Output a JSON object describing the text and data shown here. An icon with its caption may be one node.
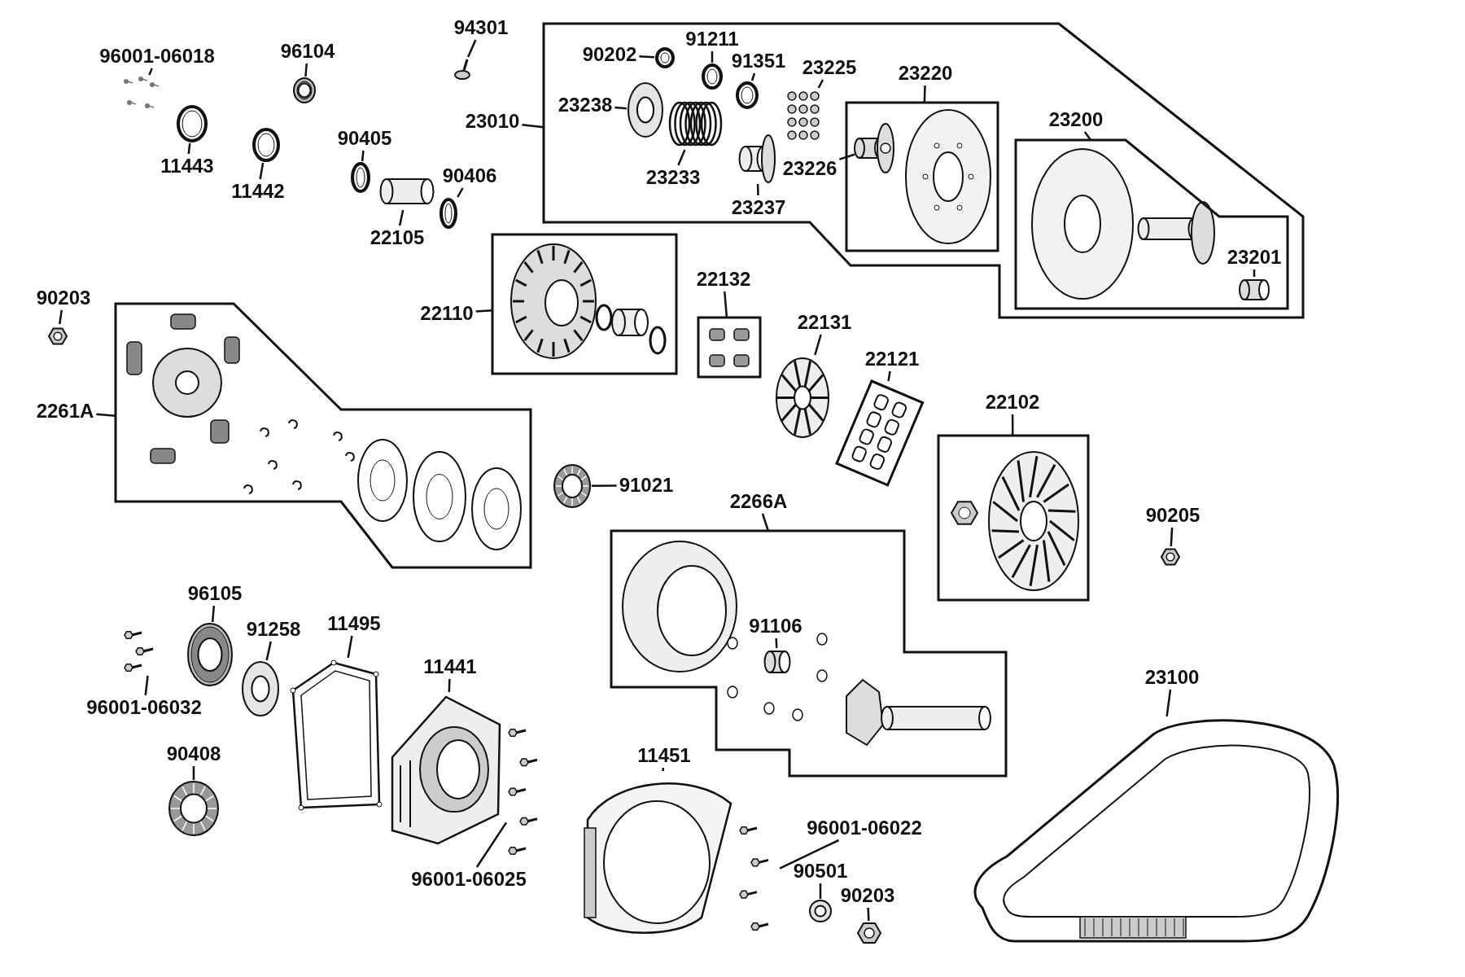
{
  "diagram": {
    "nodes": [
      {
        "text": [
          "96001-06018"
        ]
      },
      {
        "text": [],
        "shape": "picture"
      },
      {
        "text": [
          "96104"
        ]
      },
      {
        "text": [],
        "shape": "picture"
      },
      {
        "text": [
          "11443"
        ]
      },
      {
        "text": [],
        "shape": "picture"
      },
      {
        "text": [
          "11442"
        ]
      },
      {
        "text": [],
        "shape": "picture"
      },
      {
        "text": [
          "94301"
        ]
      },
      {
        "text": [],
        "shape": "picture"
      },
      {
        "text": [
          "90405"
        ]
      },
      {
        "text": [],
        "shape": "picture"
      },
      {
        "text": [
          "22105"
        ]
      },
      {
        "text": [],
        "shape": "picture"
      },
      {
        "text": [
          "90406"
        ]
      },
      {
        "text": [],
        "shape": "picture"
      },
      {
        "text": [
          "23010"
        ]
      },
      {
        "text": [],
        "shape": "box"
      },
      {
        "text": [
          "90202"
        ],
        "in": 17
      },
      {
        "text": [],
        "shape": "picture",
        "in": 17
      },
      {
        "text": [
          "91211"
        ],
        "in": 17
      },
      {
        "text": [],
        "shape": "picture",
        "in": 17
      },
      {
        "text": [
          "91351"
        ],
        "in": 17
      },
      {
        "text": [],
        "shape": "picture",
        "in": 17
      },
      {
        "text": [
          "23225"
        ],
        "in": 17
      },
      {
        "text": [],
        "shape": "picture",
        "in": 17
      },
      {
        "text": [
          "23238"
        ],
        "in": 17
      },
      {
        "text": [],
        "shape": "picture",
        "in": 17
      },
      {
        "text": [
          "23233"
        ],
        "in": 17
      },
      {
        "text": [],
        "shape": "picture",
        "in": 17
      },
      {
        "text": [
          "23237"
        ],
        "in": 17
      },
      {
        "text": [],
        "shape": "picture",
        "in": 17
      },
      {
        "text": [
          "23226"
        ],
        "in": 17
      },
      {
        "text": [
          "23220"
        ],
        "in": 17
      },
      {
        "text": [],
        "shape": "box",
        "in": 17
      },
      {
        "text": [],
        "shape": "picture",
        "in": 34
      },
      {
        "text": [
          "23200"
        ],
        "in": 17
      },
      {
        "text": [],
        "shape": "box",
        "in": 17
      },
      {
        "text": [
          "23201"
        ],
        "in": 37
      },
      {
        "text": [],
        "shape": "picture",
        "in": 37
      },
      {
        "text": [
          "90203"
        ]
      },
      {
        "text": [],
        "shape": "picture"
      },
      {
        "text": [
          "22110"
        ]
      },
      {
        "text": [],
        "shape": "box"
      },
      {
        "text": [
          "22132"
        ]
      },
      {
        "text": [],
        "shape": "box"
      },
      {
        "text": [
          "22131"
        ]
      },
      {
        "text": [],
        "shape": "picture"
      },
      {
        "text": [
          "22121"
        ]
      },
      {
        "text": [],
        "shape": "box"
      },
      {
        "text": [
          "2261A"
        ]
      },
      {
        "text": [],
        "shape": "box"
      },
      {
        "text": [
          "22102"
        ]
      },
      {
        "text": [],
        "shape": "box"
      },
      {
        "text": [
          "91021"
        ]
      },
      {
        "text": [],
        "shape": "picture"
      },
      {
        "text": [
          "2266A"
        ]
      },
      {
        "text": [],
        "shape": "box"
      },
      {
        "text": [
          "91106"
        ],
        "in": 57
      },
      {
        "text": [],
        "shape": "picture",
        "in": 57
      },
      {
        "text": [
          "90205"
        ]
      },
      {
        "text": [],
        "shape": "picture"
      },
      {
        "text": [
          "96105"
        ]
      },
      {
        "text": [],
        "shape": "picture"
      },
      {
        "text": [
          "91258"
        ]
      },
      {
        "text": [],
        "shape": "picture"
      },
      {
        "text": [
          "11495"
        ]
      },
      {
        "text": [],
        "shape": "picture"
      },
      {
        "text": [
          "96001-06032"
        ]
      },
      {
        "text": [],
        "shape": "picture"
      },
      {
        "text": [
          "11441"
        ]
      },
      {
        "text": [],
        "shape": "picture"
      },
      {
        "text": [
          "90408"
        ]
      },
      {
        "text": [],
        "shape": "picture"
      },
      {
        "text": [
          "23100"
        ]
      },
      {
        "text": [],
        "shape": "picture"
      },
      {
        "text": [
          "11451"
        ]
      },
      {
        "text": [],
        "shape": "picture"
      },
      {
        "text": [
          "96001-06022"
        ]
      },
      {
        "text": [],
        "shape": "picture"
      },
      {
        "text": [
          "96001-06025"
        ]
      },
      {
        "text": [],
        "shape": "picture"
      },
      {
        "text": [
          "90501"
        ]
      },
      {
        "text": [],
        "shape": "picture"
      },
      {
        "text": [
          "90203"
        ]
      },
      {
        "text": [],
        "shape": "picture"
      }
    ],
    "edges": [
      {
        "from": 0,
        "to": 1,
        "arrow": "none"
      },
      {
        "from": 2,
        "to": 3,
        "arrow": "none"
      },
      {
        "from": 4,
        "to": 5,
        "arrow": "none"
      },
      {
        "from": 6,
        "to": 7,
        "arrow": "none"
      },
      {
        "from": 8,
        "to": 9,
        "arrow": "none"
      },
      {
        "from": 10,
        "to": 11,
        "arrow": "none"
      },
      {
        "from": 12,
        "to": 13,
        "arrow": "none"
      },
      {
        "from": 14,
        "to": 15,
        "arrow": "none"
      },
      {
        "from": 16,
        "to": 17,
        "arrow": "none"
      },
      {
        "from": 18,
        "to": 19,
        "arrow": "none"
      },
      {
        "from": 20,
        "to": 21,
        "arrow": "none"
      },
      {
        "from": 22,
        "to": 23,
        "arrow": "none"
      },
      {
        "from": 24,
        "to": 25,
        "arrow": "none"
      },
      {
        "from": 26,
        "to": 27,
        "arrow": "none"
      },
      {
        "from": 28,
        "to": 29,
        "arrow": "none"
      },
      {
        "from": 30,
        "to": 31,
        "arrow": "none"
      },
      {
        "from": 32,
        "to": 35,
        "arrow": "none"
      },
      {
        "from": 33,
        "to": 34,
        "arrow": "none"
      },
      {
        "from": 36,
        "to": 37,
        "arrow": "none"
      },
      {
        "from": 38,
        "to": 39,
        "arrow": "none"
      },
      {
        "from": 40,
        "to": 41,
        "arrow": "none"
      },
      {
        "from": 42,
        "to": 43,
        "arrow": "none"
      },
      {
        "from": 44,
        "to": 45,
        "arrow": "none"
      },
      {
        "from": 46,
        "to": 47,
        "arrow": "none"
      },
      {
        "from": 48,
        "to": 49,
        "arrow": "none"
      },
      {
        "from": 50,
        "to": 51,
        "arrow": "none"
      },
      {
        "from": 52,
        "to": 53,
        "arrow": "none"
      },
      {
        "from": 54,
        "to": 55,
        "arrow": "none"
      },
      {
        "from": 56,
        "to": 57,
        "arrow": "none"
      },
      {
        "from": 58,
        "to": 59,
        "arrow": "none"
      },
      {
        "from": 60,
        "to": 61,
        "arrow": "none"
      },
      {
        "from": 62,
        "to": 63,
        "arrow": "none"
      },
      {
        "from": 64,
        "to": 65,
        "arrow": "none"
      },
      {
        "from": 66,
        "to": 67,
        "arrow": "none"
      },
      {
        "from": 68,
        "to": 69,
        "arrow": "none"
      },
      {
        "from": 70,
        "to": 71,
        "arrow": "none"
      },
      {
        "from": 72,
        "to": 73,
        "arrow": "none"
      },
      {
        "from": 74,
        "to": 75,
        "arrow": "none"
      },
      {
        "from": 76,
        "to": 77,
        "arrow": "none"
      },
      {
        "from": 78,
        "to": 79,
        "arrow": "none"
      },
      {
        "from": 80,
        "to": 81,
        "arrow": "none"
      },
      {
        "from": 82,
        "to": 83,
        "arrow": "none"
      },
      {
        "from": 84,
        "to": 85,
        "arrow": "none"
      }
    ]
  }
}
